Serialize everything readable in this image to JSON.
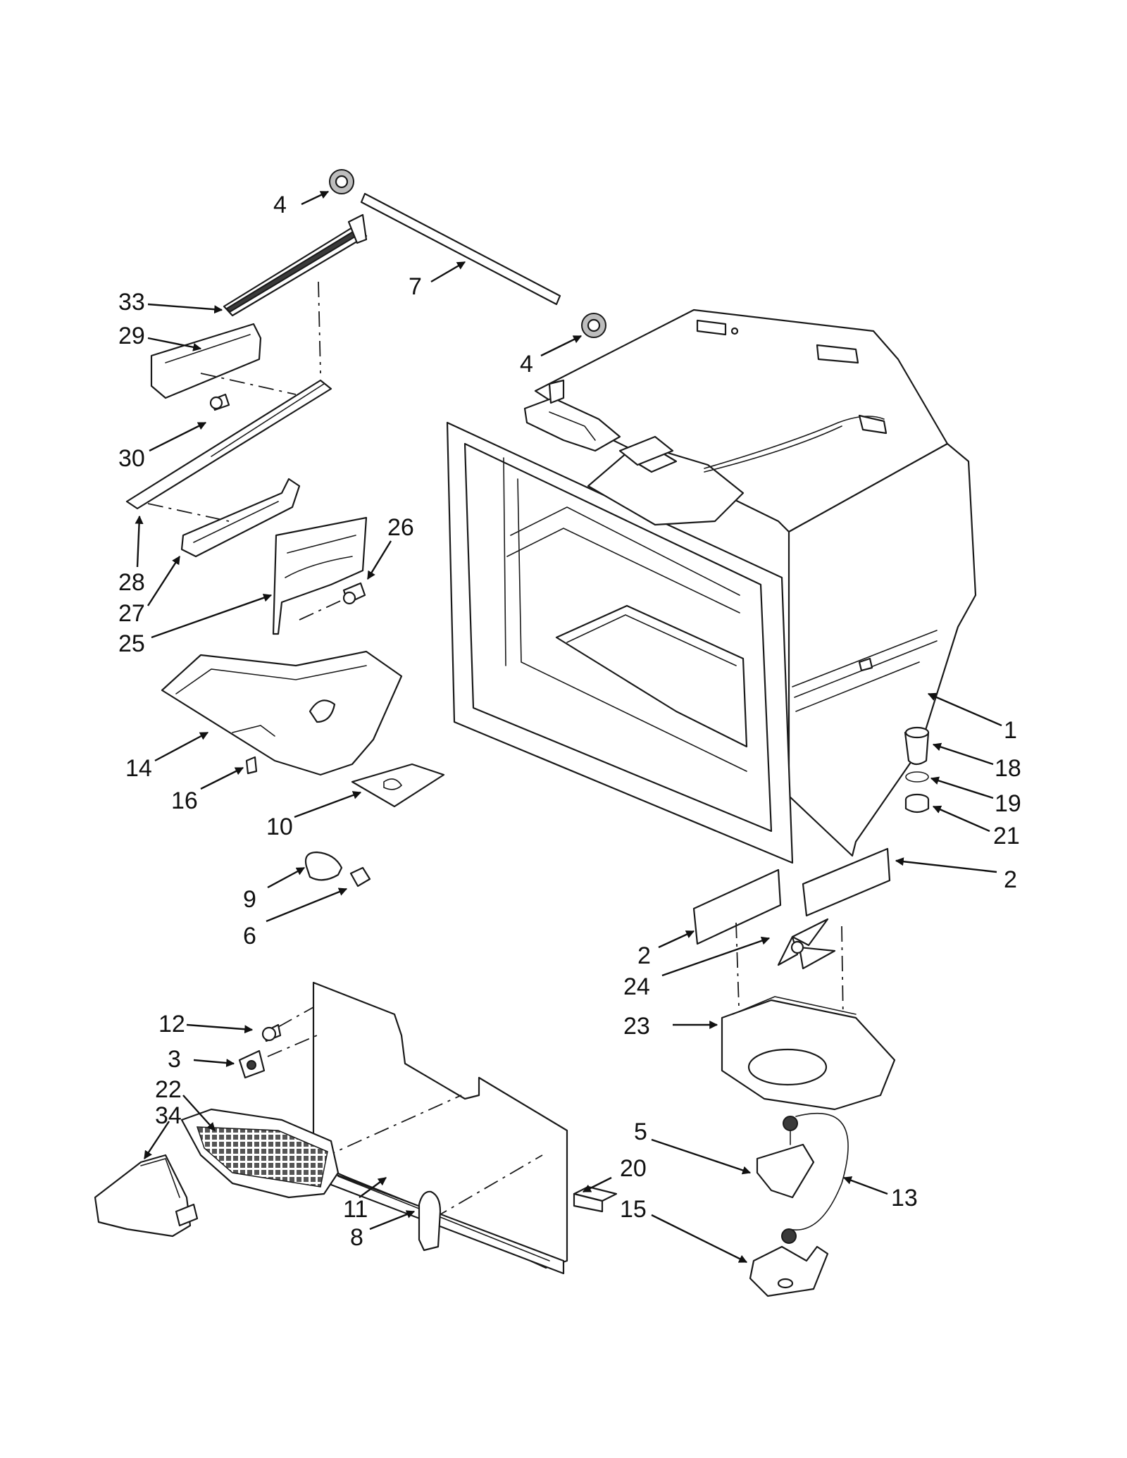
{
  "callouts": [
    {
      "id": "c4a",
      "text": "4"
    },
    {
      "id": "c7",
      "text": "7"
    },
    {
      "id": "c33",
      "text": "33"
    },
    {
      "id": "c29",
      "text": "29"
    },
    {
      "id": "c4b",
      "text": "4"
    },
    {
      "id": "c30",
      "text": "30"
    },
    {
      "id": "c26",
      "text": "26"
    },
    {
      "id": "c28",
      "text": "28"
    },
    {
      "id": "c27",
      "text": "27"
    },
    {
      "id": "c25",
      "text": "25"
    },
    {
      "id": "c1",
      "text": "1"
    },
    {
      "id": "c18",
      "text": "18"
    },
    {
      "id": "c14",
      "text": "14"
    },
    {
      "id": "c19",
      "text": "19"
    },
    {
      "id": "c16",
      "text": "16"
    },
    {
      "id": "c10",
      "text": "10"
    },
    {
      "id": "c21",
      "text": "21"
    },
    {
      "id": "c2a",
      "text": "2"
    },
    {
      "id": "c9",
      "text": "9"
    },
    {
      "id": "c6",
      "text": "6"
    },
    {
      "id": "c2b",
      "text": "2"
    },
    {
      "id": "c24",
      "text": "24"
    },
    {
      "id": "c12",
      "text": "12"
    },
    {
      "id": "c23",
      "text": "23"
    },
    {
      "id": "c3",
      "text": "3"
    },
    {
      "id": "c22",
      "text": "22"
    },
    {
      "id": "c34",
      "text": "34"
    },
    {
      "id": "c5",
      "text": "5"
    },
    {
      "id": "c20",
      "text": "20"
    },
    {
      "id": "c13",
      "text": "13"
    },
    {
      "id": "c15",
      "text": "15"
    },
    {
      "id": "c11",
      "text": "11"
    },
    {
      "id": "c8",
      "text": "8"
    }
  ]
}
